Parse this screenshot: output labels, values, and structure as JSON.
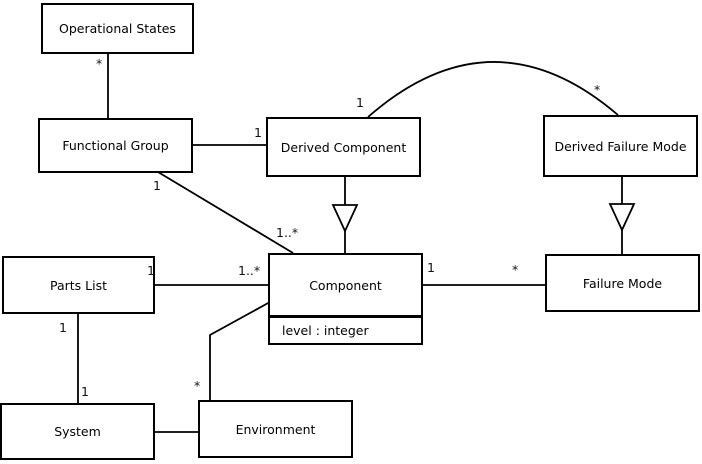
{
  "diagram": {
    "type": "uml-class-diagram",
    "nodes": {
      "operational_states": {
        "label": "Operational States"
      },
      "functional_group": {
        "label": "Functional Group"
      },
      "derived_component": {
        "label": "Derived Component"
      },
      "derived_failure_mode": {
        "label": "Derived Failure Mode"
      },
      "parts_list": {
        "label": "Parts List"
      },
      "component": {
        "label": "Component",
        "attributes": "level : integer"
      },
      "failure_mode": {
        "label": "Failure Mode"
      },
      "system": {
        "label": "System"
      },
      "environment": {
        "label": "Environment"
      }
    },
    "edges": {
      "operational_states__functional_group": {
        "mult_near_operational_states": "*"
      },
      "functional_group__derived_component": {
        "mult_near_derived_component": "1"
      },
      "functional_group__component": {
        "mult_near_functional_group": "1",
        "mult_near_component": "1..*"
      },
      "derived_component__derived_failure_mode": {
        "mult_near_derived_component": "1",
        "mult_near_derived_failure_mode": "*"
      },
      "derived_component__component": {
        "type": "generalization"
      },
      "derived_failure_mode__failure_mode": {
        "type": "generalization"
      },
      "parts_list__component": {
        "mult_near_parts_list": "1",
        "mult_near_component": "1..*"
      },
      "component__failure_mode": {
        "mult_near_component": "1",
        "mult_near_failure_mode": "*"
      },
      "parts_list__system": {
        "mult_near_parts_list": "1",
        "mult_near_system": "1"
      },
      "system__environment": {},
      "component__environment": {
        "mult_near_environment": "*"
      }
    },
    "colors": {
      "line": "#000000",
      "background": "#ffffff",
      "text": "#000000"
    }
  }
}
